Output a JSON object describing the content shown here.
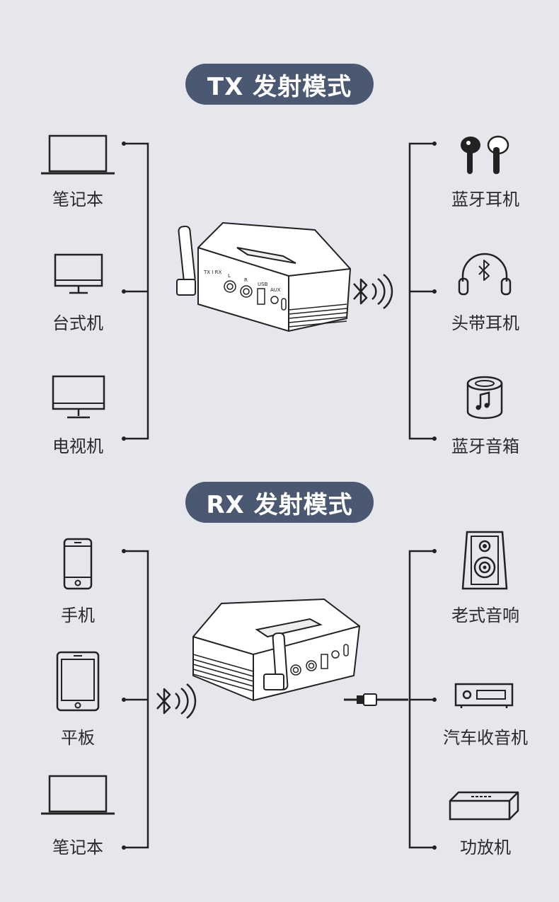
{
  "tx_section": {
    "title": "TX 发射模式",
    "sources": [
      {
        "label": "笔记本",
        "icon": "laptop-icon"
      },
      {
        "label": "台式机",
        "icon": "desktop-monitor-icon"
      },
      {
        "label": "电视机",
        "icon": "tv-icon"
      }
    ],
    "outputs": [
      {
        "label": "蓝牙耳机",
        "icon": "earbuds-icon"
      },
      {
        "label": "头带耳机",
        "icon": "bluetooth-headphones-icon"
      },
      {
        "label": "蓝牙音箱",
        "icon": "bluetooth-speaker-icon"
      }
    ],
    "device_port_labels": [
      "TX I RX",
      "L",
      "R",
      "USB",
      "AUX"
    ]
  },
  "rx_section": {
    "title": "RX 发射模式",
    "sources": [
      {
        "label": "手机",
        "icon": "phone-icon"
      },
      {
        "label": "平板",
        "icon": "tablet-icon"
      },
      {
        "label": "笔记本",
        "icon": "laptop-icon"
      }
    ],
    "outputs": [
      {
        "label": "老式音响",
        "icon": "bookshelf-speaker-icon"
      },
      {
        "label": "汽车收音机",
        "icon": "car-radio-icon"
      },
      {
        "label": "功放机",
        "icon": "amplifier-icon"
      }
    ]
  },
  "colors": {
    "background": "#e6e7ec",
    "pill": "#4b5872",
    "line": "#222222"
  }
}
